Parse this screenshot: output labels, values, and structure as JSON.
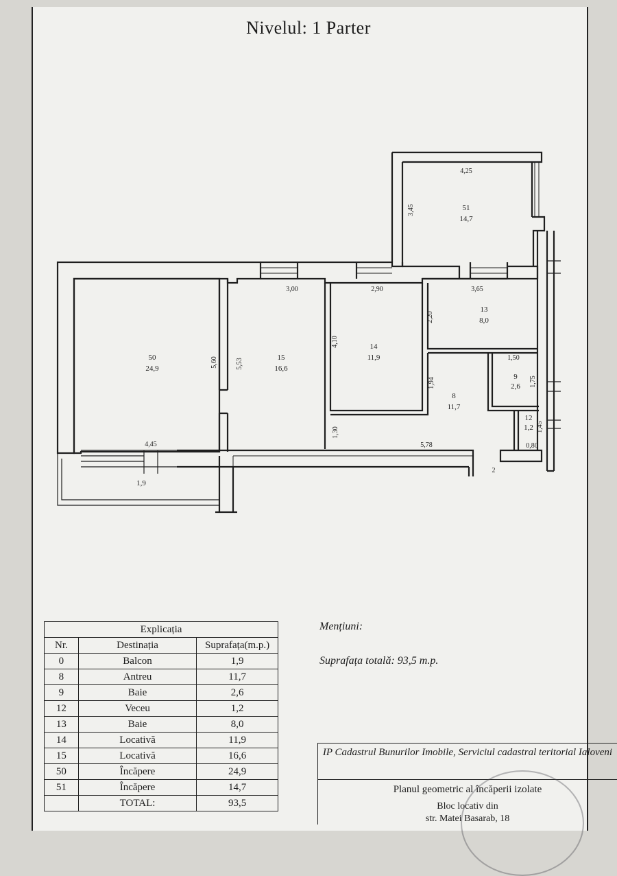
{
  "title": "Nivelul: 1 Parter",
  "rooms": [
    {
      "nr": "50",
      "area": "24,9"
    },
    {
      "nr": "15",
      "area": "16,6"
    },
    {
      "nr": "14",
      "area": "11,9"
    },
    {
      "nr": "51",
      "area": "14,7"
    },
    {
      "nr": "13",
      "area": "8,0"
    },
    {
      "nr": "8",
      "area": "11,7"
    },
    {
      "nr": "9",
      "area": "2,6"
    },
    {
      "nr": "12",
      "area": "1,2"
    },
    {
      "nr": "",
      "area": "1,9"
    }
  ],
  "dimensions": [
    "4,25",
    "3,45",
    "3,00",
    "2,90",
    "3,65",
    "2,20",
    "4,10",
    "5,60",
    "5,53",
    "1,50",
    "1,75",
    "1,94",
    "1,30",
    "5,78",
    "4,45",
    "0,80",
    "1,45",
    "2"
  ],
  "legend": {
    "caption": "Explicația",
    "headers": [
      "Nr.",
      "Destinația",
      "Suprafața(m.p.)"
    ],
    "rows": [
      [
        "0",
        "Balcon",
        "1,9"
      ],
      [
        "8",
        "Antreu",
        "11,7"
      ],
      [
        "9",
        "Baie",
        "2,6"
      ],
      [
        "12",
        "Veceu",
        "1,2"
      ],
      [
        "13",
        "Baie",
        "8,0"
      ],
      [
        "14",
        "Locativă",
        "11,9"
      ],
      [
        "15",
        "Locativă",
        "16,6"
      ],
      [
        "50",
        "Încăpere",
        "24,9"
      ],
      [
        "51",
        "Încăpere",
        "14,7"
      ]
    ],
    "total_label": "TOTAL:",
    "total_value": "93,5"
  },
  "mentions_label": "Mențiuni:",
  "total_area_line": "Suprafața totală: 93,5   m.p.",
  "stamp": {
    "org": "IP Cadastrul Bunurilor Imobile, Serviciul cadastral teritorial Ialoveni",
    "title": "Planul geometric al încăperii izolate",
    "sub1": "Bloc locativ din",
    "sub2": "str. Matei Basarab, 18"
  }
}
